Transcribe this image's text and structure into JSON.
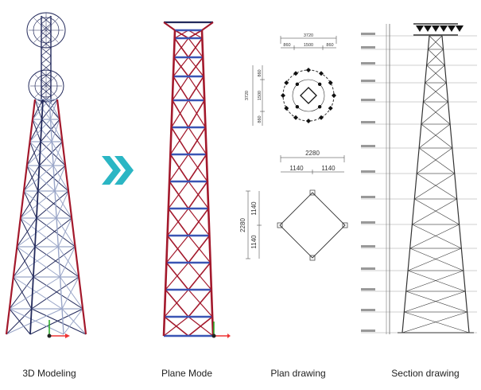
{
  "captions": {
    "modeling": "3D Modeling",
    "plane": "Plane Mode",
    "plan": "Plan drawing",
    "section": "Section drawing"
  },
  "plan": {
    "top_total": "3720",
    "top_seg_a": "860",
    "top_seg_b": "1500",
    "top_seg_c": "860",
    "left_total": "3720",
    "left_seg_a": "860",
    "left_seg_b": "1500",
    "left_seg_c": "860",
    "base_total": "2280",
    "base_half_left": "1140",
    "base_half_right": "1140",
    "side_total": "2280",
    "side_half_top": "1140",
    "side_half_bottom": "1140"
  },
  "colors": {
    "tower_red": "#a3192c",
    "tower_navy": "#232a5c",
    "tower_light": "#9aa6c8",
    "brace_blue": "#3a55b4",
    "arrow_teal": "#2bb6c4",
    "drawing_line": "#333333"
  },
  "icons": {
    "arrow": "double-chevron-right-icon",
    "axis": "axis-triad-icon"
  }
}
